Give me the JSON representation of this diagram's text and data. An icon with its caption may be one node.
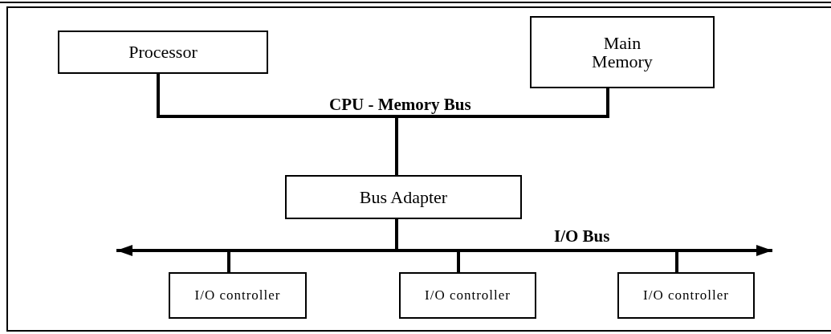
{
  "diagram": {
    "nodes": [
      {
        "text": [
          "Processor"
        ]
      },
      {
        "text": [
          "Main Memory"
        ]
      },
      {
        "text": [
          "Bus Adapter"
        ]
      },
      {
        "text": [
          "I/O controller"
        ]
      },
      {
        "text": [
          "I/O controller"
        ]
      },
      {
        "text": [
          "I/O controller"
        ]
      }
    ],
    "edges": [
      {
        "from": 0,
        "to": 2,
        "arrow": "none"
      },
      {
        "from": 1,
        "to": 2,
        "arrow": "none"
      },
      {
        "from": 2,
        "to": 3,
        "arrow": "none"
      },
      {
        "from": 2,
        "to": 4,
        "arrow": "none"
      },
      {
        "from": 2,
        "to": 5,
        "arrow": "none"
      },
      {
        "from": 2,
        "to": null,
        "arrow": "to"
      },
      {
        "from": 2,
        "to": null,
        "arrow": "to"
      }
    ],
    "labels": [
      "CPU - Memory Bus",
      "I/O Bus"
    ]
  }
}
